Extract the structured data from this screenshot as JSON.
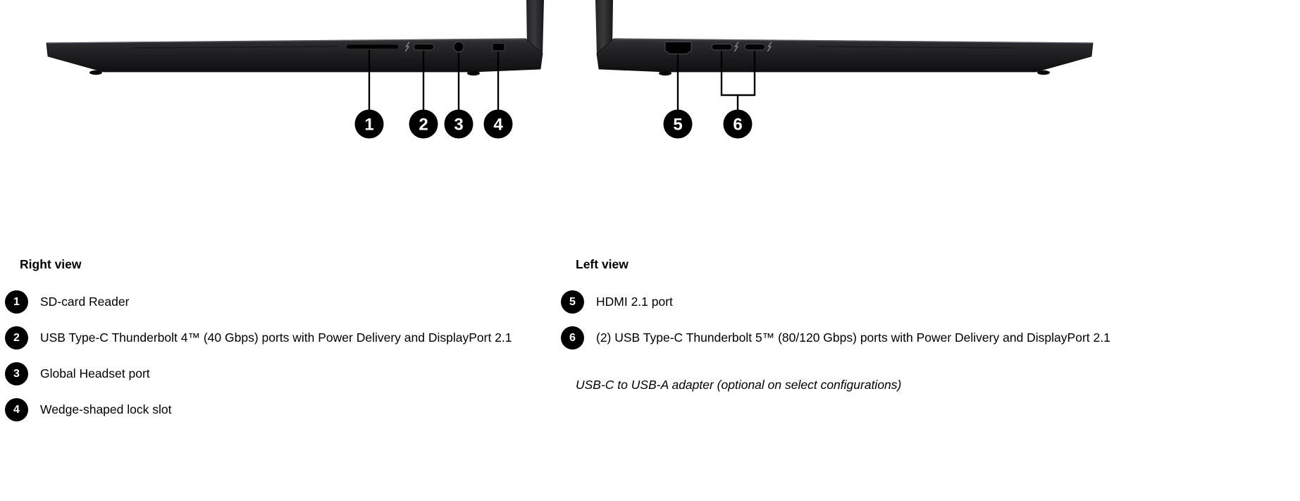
{
  "legend": {
    "right_view": {
      "title": "Right view",
      "items": [
        {
          "number": "1",
          "label": "SD-card Reader"
        },
        {
          "number": "2",
          "label": "USB Type-C Thunderbolt 4™ (40 Gbps) ports with Power Delivery and DisplayPort 2.1"
        },
        {
          "number": "3",
          "label": "Global Headset port"
        },
        {
          "number": "4",
          "label": "Wedge-shaped lock slot"
        }
      ]
    },
    "left_view": {
      "title": "Left view",
      "items": [
        {
          "number": "5",
          "label": "HDMI 2.1 port"
        },
        {
          "number": "6",
          "label": "(2) USB Type-C Thunderbolt 5™ (80/120 Gbps) ports with Power Delivery and DisplayPort 2.1"
        }
      ],
      "note": "USB-C to USB-A adapter (optional on select configurations)"
    }
  },
  "colors": {
    "background": "#ffffff",
    "laptop_body": "#1d1d20",
    "callout": "#000000",
    "callout_text": "#ffffff",
    "text": "#000000"
  }
}
